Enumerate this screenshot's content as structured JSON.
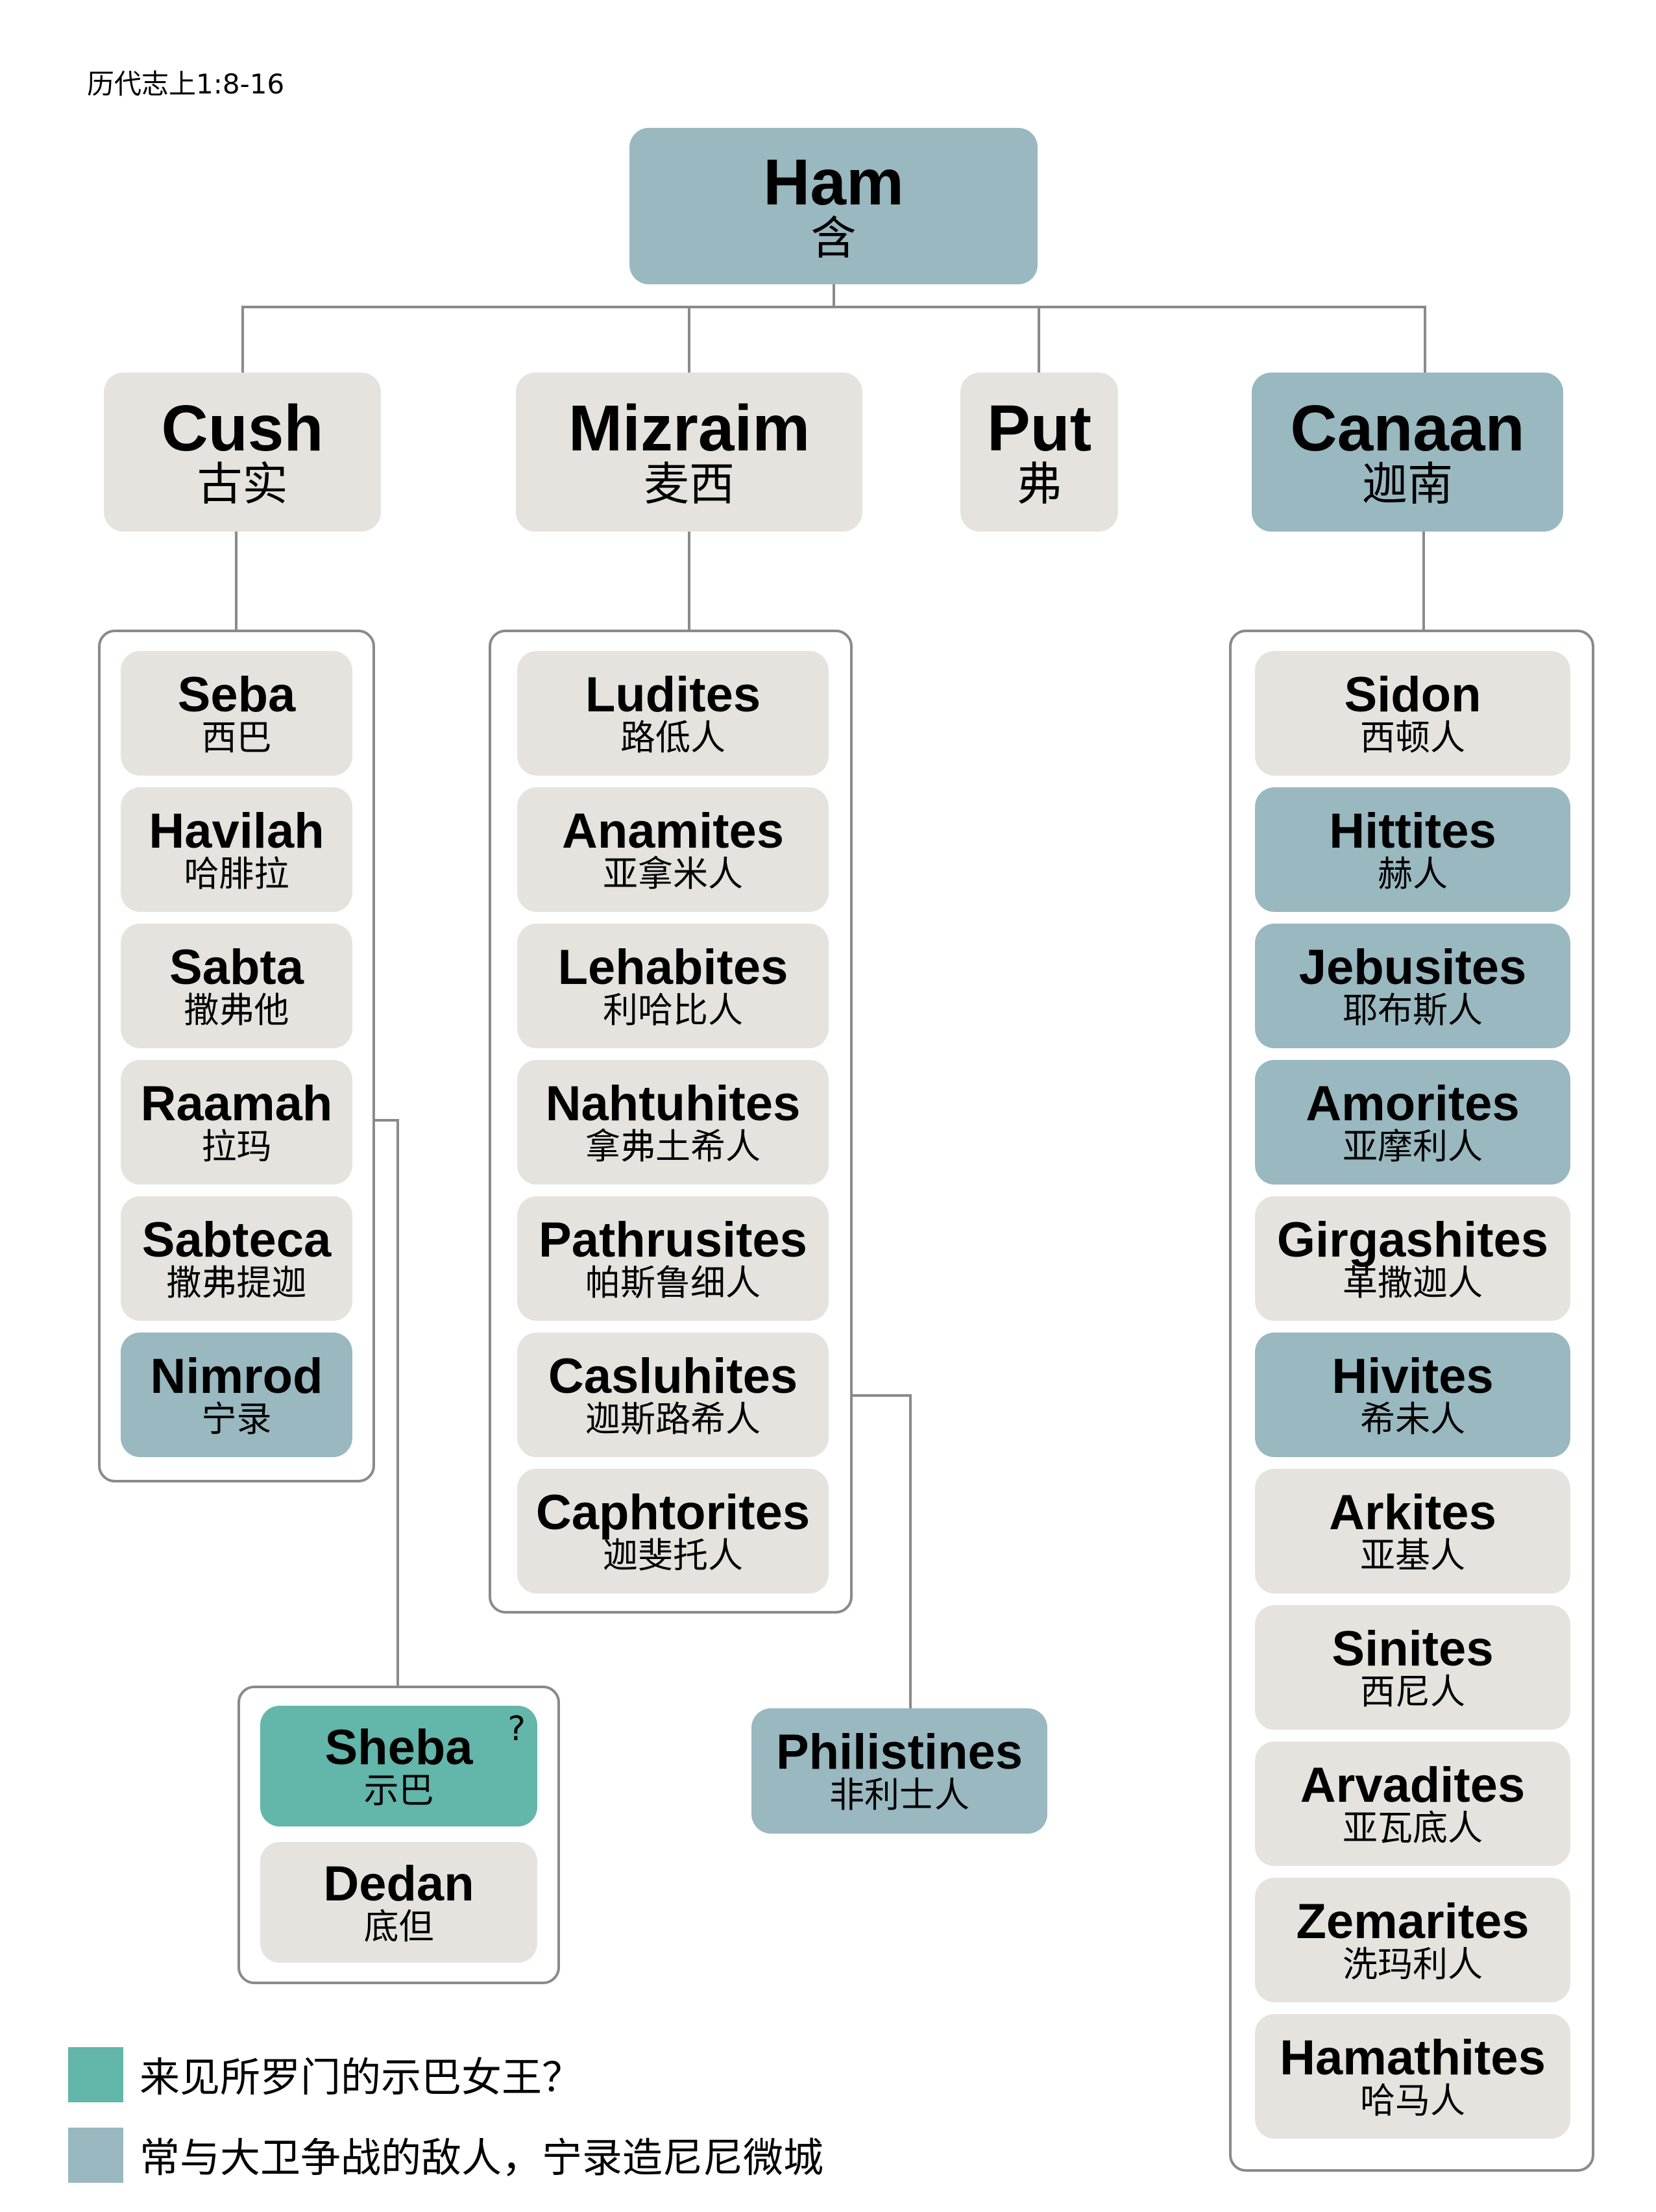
{
  "title": "历代志上1:8-16",
  "colors": {
    "neutral": "#e6e3df",
    "enemy_blue": "#99b8c0",
    "sheba_teal": "#62b6aa",
    "line": "#8a8a8a"
  },
  "root": {
    "en": "Ham",
    "zh": "含",
    "color": "enemy_blue"
  },
  "sons": [
    {
      "en": "Cush",
      "zh": "古实",
      "color": "neutral"
    },
    {
      "en": "Mizraim",
      "zh": "麦西",
      "color": "neutral"
    },
    {
      "en": "Put",
      "zh": "弗",
      "color": "neutral"
    },
    {
      "en": "Canaan",
      "zh": "迦南",
      "color": "enemy_blue"
    }
  ],
  "cush_children": [
    {
      "en": "Seba",
      "zh": "西巴",
      "color": "neutral"
    },
    {
      "en": "Havilah",
      "zh": "哈腓拉",
      "color": "neutral"
    },
    {
      "en": "Sabta",
      "zh": "撒弗他",
      "color": "neutral"
    },
    {
      "en": "Raamah",
      "zh": "拉玛",
      "color": "neutral"
    },
    {
      "en": "Sabteca",
      "zh": "撒弗提迦",
      "color": "neutral"
    },
    {
      "en": "Nimrod",
      "zh": "宁录",
      "color": "enemy_blue"
    }
  ],
  "raamah_children": [
    {
      "en": "Sheba",
      "zh": "示巴",
      "color": "sheba_teal",
      "note": "?"
    },
    {
      "en": "Dedan",
      "zh": "底但",
      "color": "neutral"
    }
  ],
  "mizraim_children": [
    {
      "en": "Ludites",
      "zh": "路低人",
      "color": "neutral"
    },
    {
      "en": "Anamites",
      "zh": "亚拿米人",
      "color": "neutral"
    },
    {
      "en": "Lehabites",
      "zh": "利哈比人",
      "color": "neutral"
    },
    {
      "en": "Nahtuhites",
      "zh": "拿弗土希人",
      "color": "neutral"
    },
    {
      "en": "Pathrusites",
      "zh": "帕斯鲁细人",
      "color": "neutral"
    },
    {
      "en": "Casluhites",
      "zh": "迦斯路希人",
      "color": "neutral"
    },
    {
      "en": "Caphtorites",
      "zh": "迦斐托人",
      "color": "neutral"
    }
  ],
  "casluhites_children": [
    {
      "en": "Philistines",
      "zh": "非利士人",
      "color": "enemy_blue"
    }
  ],
  "canaan_children": [
    {
      "en": "Sidon",
      "zh": "西顿人",
      "color": "neutral"
    },
    {
      "en": "Hittites",
      "zh": "赫人",
      "color": "enemy_blue"
    },
    {
      "en": "Jebusites",
      "zh": "耶布斯人",
      "color": "enemy_blue"
    },
    {
      "en": "Amorites",
      "zh": "亚摩利人",
      "color": "enemy_blue"
    },
    {
      "en": "Girgashites",
      "zh": "革撒迦人",
      "color": "neutral"
    },
    {
      "en": "Hivites",
      "zh": "希未人",
      "color": "enemy_blue"
    },
    {
      "en": "Arkites",
      "zh": "亚基人",
      "color": "neutral"
    },
    {
      "en": "Sinites",
      "zh": "西尼人",
      "color": "neutral"
    },
    {
      "en": "Arvadites",
      "zh": "亚瓦底人",
      "color": "neutral"
    },
    {
      "en": "Zemarites",
      "zh": "洗玛利人",
      "color": "neutral"
    },
    {
      "en": "Hamathites",
      "zh": "哈马人",
      "color": "neutral"
    }
  ],
  "legend": [
    {
      "color": "sheba_teal",
      "label": "来见所罗门的示巴女王？"
    },
    {
      "color": "enemy_blue",
      "label": "常与大卫争战的敌人，宁录造尼尼微城"
    }
  ]
}
